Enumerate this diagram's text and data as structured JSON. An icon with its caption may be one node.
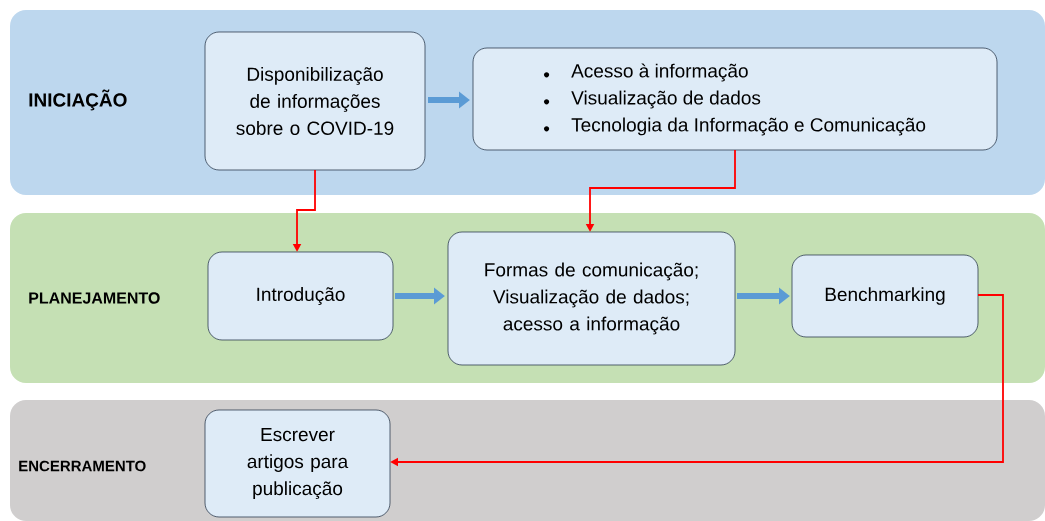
{
  "diagram": {
    "nodes": [
      {
        "text": [
          "INICIAÇÃO"
        ]
      },
      {
        "text": [
          "Disponibilização de informações sobre o COVID-19"
        ],
        "in": 0
      },
      {
        "text": [
          "Acesso à informação",
          "Visualização de dados",
          "Tecnologia da Informação e Comunicação"
        ],
        "in": 0
      },
      {
        "text": [
          "PLANEJAMENTO"
        ]
      },
      {
        "text": [
          "Introdução"
        ],
        "in": 3
      },
      {
        "text": [
          "Formas de comunicação; Visualização de dados; acesso a informação"
        ],
        "in": 3
      },
      {
        "text": [
          "Benchmarking"
        ],
        "in": 3
      },
      {
        "text": [
          "ENCERRAMENTO"
        ]
      },
      {
        "text": [
          "Escrever artigos para publicação"
        ],
        "in": 7
      }
    ],
    "edges": [
      {
        "from": 1,
        "to": 2,
        "arrow": "to",
        "style": "thick",
        "color": "#5b9bd5"
      },
      {
        "from": 1,
        "to": 4,
        "arrow": "to",
        "color": "#ff0000"
      },
      {
        "from": 2,
        "to": 5,
        "arrow": "to",
        "color": "#ff0000"
      },
      {
        "from": 4,
        "to": 5,
        "arrow": "to",
        "style": "thick",
        "color": "#5b9bd5"
      },
      {
        "from": 5,
        "to": 6,
        "arrow": "to",
        "style": "thick",
        "color": "#5b9bd5"
      },
      {
        "from": 6,
        "to": 8,
        "arrow": "to",
        "color": "#ff0000"
      }
    ]
  }
}
